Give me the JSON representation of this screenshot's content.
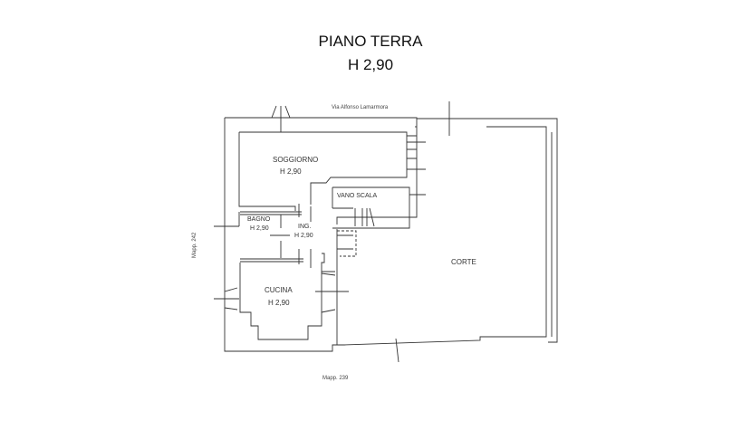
{
  "title": {
    "line1": "PIANO TERRA",
    "line2": "H 2,90"
  },
  "street": "Via Alfonso Lamarmora",
  "neighbors": {
    "left": "Mapp. 242",
    "bottom": "Mapp. 239"
  },
  "rooms": [
    {
      "name": "SOGGIORNO",
      "height": "H 2,90"
    },
    {
      "name": "VANO SCALA"
    },
    {
      "name": "BAGNO",
      "height": "H 2,90"
    },
    {
      "name": "ING.",
      "height": "H 2,90"
    },
    {
      "name": "CUCINA",
      "height": "H 2,90"
    },
    {
      "name": "CORTE"
    }
  ]
}
